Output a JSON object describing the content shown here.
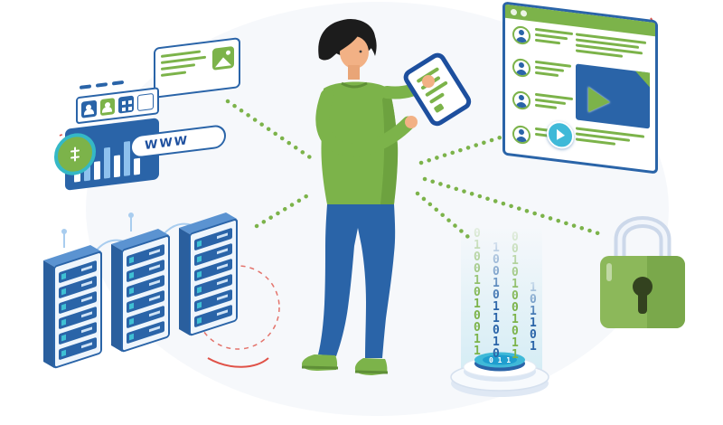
{
  "dashboard": {
    "www_label": "WWW"
  },
  "binary": {
    "columns": [
      "0\n1\n0\n0\n1\n0\n1\n0\n0\n1\n1",
      "1\n0\n0\n1\n0\n1\n1\n0\n1\n0",
      "0\n0\n1\n0\n1\n0\n0\n1\n0\n1\n1",
      "1\n0\n1\n1\n0\n1"
    ],
    "pedestal_digits": "0 1 1"
  },
  "colors": {
    "green": "#7cb34a",
    "dark_blue": "#2a64a8",
    "navy": "#1d4f9e",
    "teal": "#3fb9d8",
    "light_blue": "#eef5fc",
    "skin": "#f2b185",
    "red_accent": "#e05248",
    "hair": "#1c1c1c"
  }
}
